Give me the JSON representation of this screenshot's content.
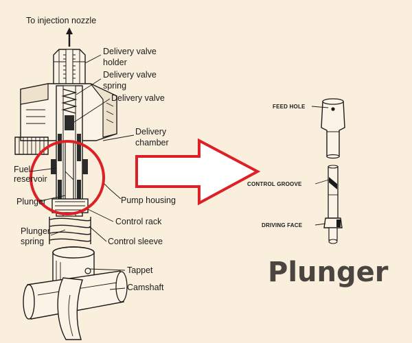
{
  "colors": {
    "background": "#faefdd",
    "highlight": "#dd1f26",
    "title": "#4a4540",
    "ink": "#1a1a1a"
  },
  "pump_diagram": {
    "top_label": "To injection nozzle",
    "labels": {
      "delivery_valve_holder_1": "Delivery valve",
      "delivery_valve_holder_2": "holder",
      "delivery_valve_spring_1": "Delivery valve",
      "delivery_valve_spring_2": "spring",
      "delivery_valve": "Delivery valve",
      "delivery_chamber_1": "Delivery",
      "delivery_chamber_2": "chamber",
      "fuel_reservoir_1": "Fuel",
      "fuel_reservoir_2": "reservoir",
      "plunger": "Plunger",
      "pump_housing": "Pump housing",
      "control_rack": "Control rack",
      "plunger_spring_1": "Plunger",
      "plunger_spring_2": "spring",
      "control_sleeve": "Control sleeve",
      "tappet": "Tappet",
      "camshaft": "Camshaft"
    }
  },
  "plunger_detail": {
    "labels": {
      "feed_hole": "FEED HOLE",
      "control_groove": "CONTROL GROOVE",
      "driving_face": "DRIVING FACE"
    }
  },
  "title": "Plunger"
}
